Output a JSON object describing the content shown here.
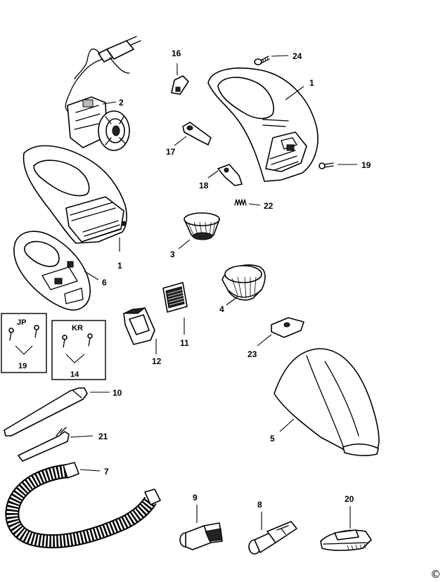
{
  "labels": {
    "p1a": "1",
    "p1b": "1",
    "p2": "2",
    "p3": "3",
    "p4": "4",
    "p5": "5",
    "p6": "6",
    "p7": "7",
    "p8": "8",
    "p9": "9",
    "p10": "10",
    "p11": "11",
    "p12": "12",
    "p16": "16",
    "p17": "17",
    "p18": "18",
    "p19": "19",
    "p20": "20",
    "p21": "21",
    "p22": "22",
    "p23": "23",
    "p24": "24"
  },
  "boxes": {
    "jp": {
      "title": "JP",
      "part": "19"
    },
    "kr": {
      "title": "KR",
      "part": "14"
    }
  },
  "copyright": "©"
}
